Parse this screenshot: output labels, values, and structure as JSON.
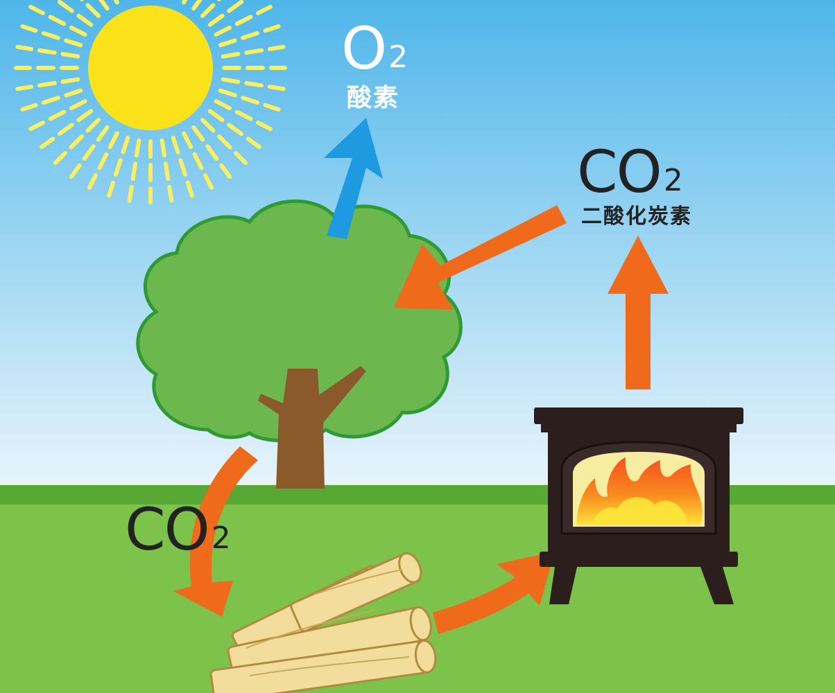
{
  "labels": {
    "oxygen": {
      "main": "O",
      "sub": "2",
      "name": "酸素"
    },
    "co2_right": {
      "main": "CO",
      "sub": "2",
      "name": "二酸化炭素"
    },
    "co2_left": {
      "main": "CO",
      "sub": "2"
    }
  },
  "colors": {
    "sky_top": "#4fb6ea",
    "sky_bottom": "#eaf5fb",
    "grass": "#7dc24b",
    "grass_dark": "#58a835",
    "tree_green": "#6cb84e",
    "tree_outline": "#2f9a34",
    "trunk": "#8b5a2b",
    "sun": "#fbe21b",
    "sun_rays": "#fbef5e",
    "arrow_orange": "#ef6a1a",
    "arrow_blue": "#1e9be0",
    "stove": "#2d1e1e",
    "fire_window": "#f7eda0",
    "wood": "#f2dd9d",
    "wood_outline": "#b08a3e",
    "text_dark": "#222222",
    "text_light": "#ffffff"
  }
}
